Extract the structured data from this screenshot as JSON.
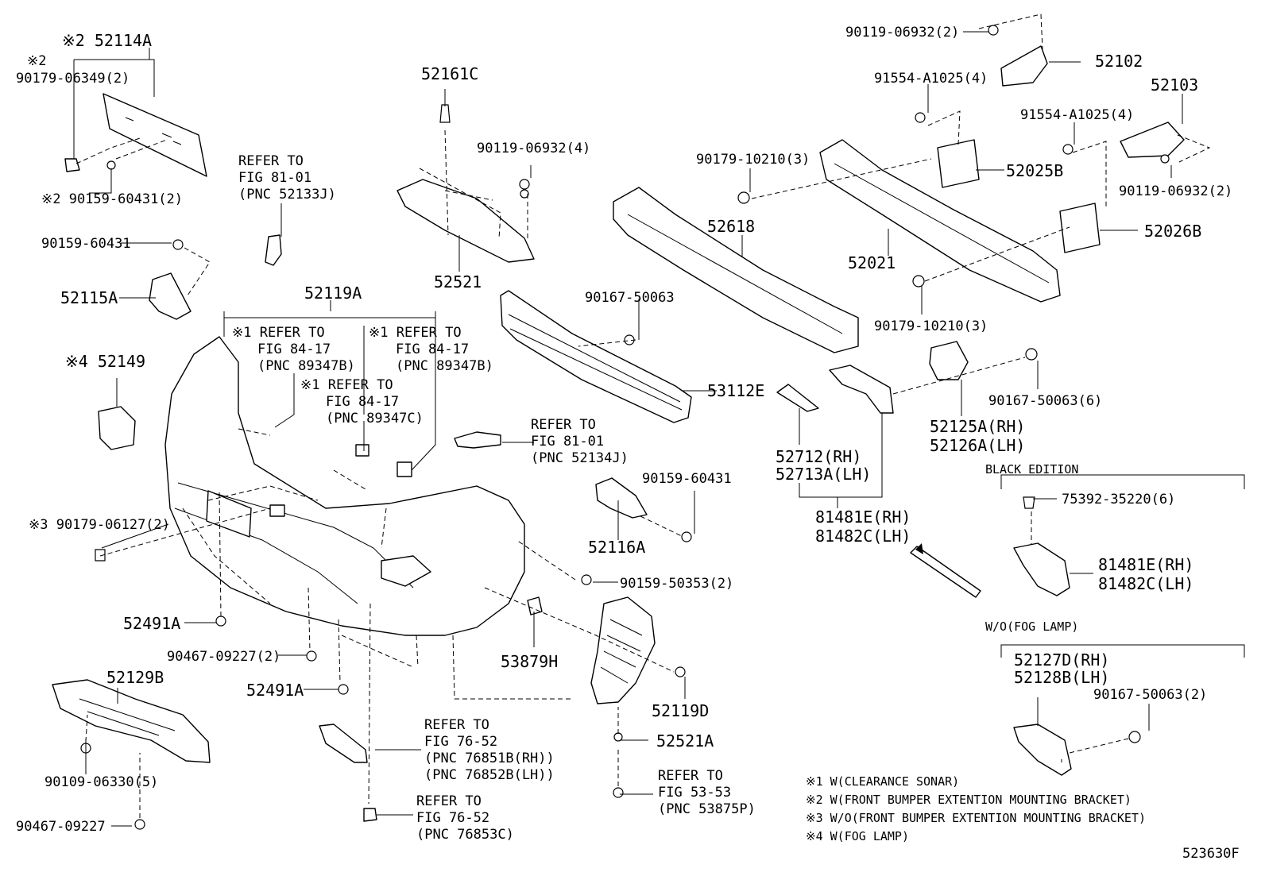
{
  "diagram_id": "523630F",
  "labels": [
    {
      "id": "l01",
      "text": "※2 52114A"
    },
    {
      "id": "l02",
      "text": "※2"
    },
    {
      "id": "l03",
      "text": "90179-06349(2)"
    },
    {
      "id": "l04",
      "text": "※2 90159-60431(2)"
    },
    {
      "id": "l05",
      "text": "90159-60431"
    },
    {
      "id": "l06",
      "text": "52115A"
    },
    {
      "id": "l07",
      "text": "※4 52149"
    },
    {
      "id": "l08",
      "text": "※3 90179-06127(2)"
    },
    {
      "id": "l09",
      "text": "52491A"
    },
    {
      "id": "l10",
      "text": "90467-09227(2)"
    },
    {
      "id": "l11",
      "text": "52491A"
    },
    {
      "id": "l12",
      "text": "52129B"
    },
    {
      "id": "l13",
      "text": "90109-06330(5)"
    },
    {
      "id": "l14",
      "text": "90467-09227"
    },
    {
      "id": "l15",
      "text": "52161C"
    },
    {
      "id": "l16",
      "text": "90119-06932(4)"
    },
    {
      "id": "l17",
      "text": "52521"
    },
    {
      "id": "l18",
      "text": "52119A"
    },
    {
      "id": "l19",
      "text": "90167-50063"
    },
    {
      "id": "l20",
      "text": "53112E"
    },
    {
      "id": "l21",
      "text": "90159-60431"
    },
    {
      "id": "l22",
      "text": "52116A"
    },
    {
      "id": "l23",
      "text": "90159-50353(2)"
    },
    {
      "id": "l24",
      "text": "53879H"
    },
    {
      "id": "l25",
      "text": "52119D"
    },
    {
      "id": "l26",
      "text": "52521A"
    },
    {
      "id": "l27",
      "text": "90119-06932(2)"
    },
    {
      "id": "l28",
      "text": "52102"
    },
    {
      "id": "l29",
      "text": "91554-A1025(4)"
    },
    {
      "id": "l30",
      "text": "52103"
    },
    {
      "id": "l31",
      "text": "91554-A1025(4)"
    },
    {
      "id": "l32",
      "text": "90179-10210(3)"
    },
    {
      "id": "l33",
      "text": "52025B"
    },
    {
      "id": "l34",
      "text": "90119-06932(2)"
    },
    {
      "id": "l35",
      "text": "52618"
    },
    {
      "id": "l36",
      "text": "52026B"
    },
    {
      "id": "l37",
      "text": "52021"
    },
    {
      "id": "l38",
      "text": "90179-10210(3)"
    },
    {
      "id": "l39",
      "text": "90167-50063(6)"
    },
    {
      "id": "l40",
      "text": "52125A(RH)"
    },
    {
      "id": "l41",
      "text": "52126A(LH)"
    },
    {
      "id": "l42",
      "text": "52712(RH)"
    },
    {
      "id": "l43",
      "text": "52713A(LH)"
    },
    {
      "id": "l44",
      "text": "81481E(RH)"
    },
    {
      "id": "l45",
      "text": "81482C(LH)"
    },
    {
      "id": "l46",
      "text": "75392-35220(6)"
    },
    {
      "id": "l47",
      "text": "81481E(RH)"
    },
    {
      "id": "l48",
      "text": "81482C(LH)"
    },
    {
      "id": "l49",
      "text": "52127D(RH)"
    },
    {
      "id": "l50",
      "text": "52128B(LH)"
    },
    {
      "id": "l51",
      "text": "90167-50063(2)"
    }
  ],
  "refers": [
    {
      "id": "r1",
      "lines": [
        "REFER TO",
        "FIG 81-01",
        "(PNC 52133J)"
      ]
    },
    {
      "id": "r2",
      "lines": [
        "※1 REFER TO",
        "FIG 84-17",
        "(PNC 89347B)"
      ]
    },
    {
      "id": "r3",
      "lines": [
        "※1 REFER TO",
        "FIG 84-17",
        "(PNC 89347B)"
      ]
    },
    {
      "id": "r4",
      "lines": [
        "※1 REFER TO",
        "FIG 84-17",
        "(PNC 89347C)"
      ]
    },
    {
      "id": "r5",
      "lines": [
        "REFER TO",
        "FIG 81-01",
        "(PNC 52134J)"
      ]
    },
    {
      "id": "r6",
      "lines": [
        "REFER TO",
        "FIG 76-52",
        "(PNC 76851B(RH))",
        "(PNC 76852B(LH))"
      ]
    },
    {
      "id": "r7",
      "lines": [
        "REFER TO",
        "FIG 76-52",
        "(PNC 76853C)"
      ]
    },
    {
      "id": "r8",
      "lines": [
        "REFER TO",
        "FIG 53-53",
        "(PNC 53875P)"
      ]
    }
  ],
  "sections": {
    "black_edition": "BLACK EDITION",
    "wo_fog_lamp": "W/O(FOG LAMP)"
  },
  "notes": [
    "※1 W(CLEARANCE SONAR)",
    "※2 W(FRONT BUMPER EXTENTION MOUNTING BRACKET)",
    "※3 W/O(FRONT BUMPER EXTENTION MOUNTING BRACKET)",
    "※4 W(FOG LAMP)"
  ]
}
